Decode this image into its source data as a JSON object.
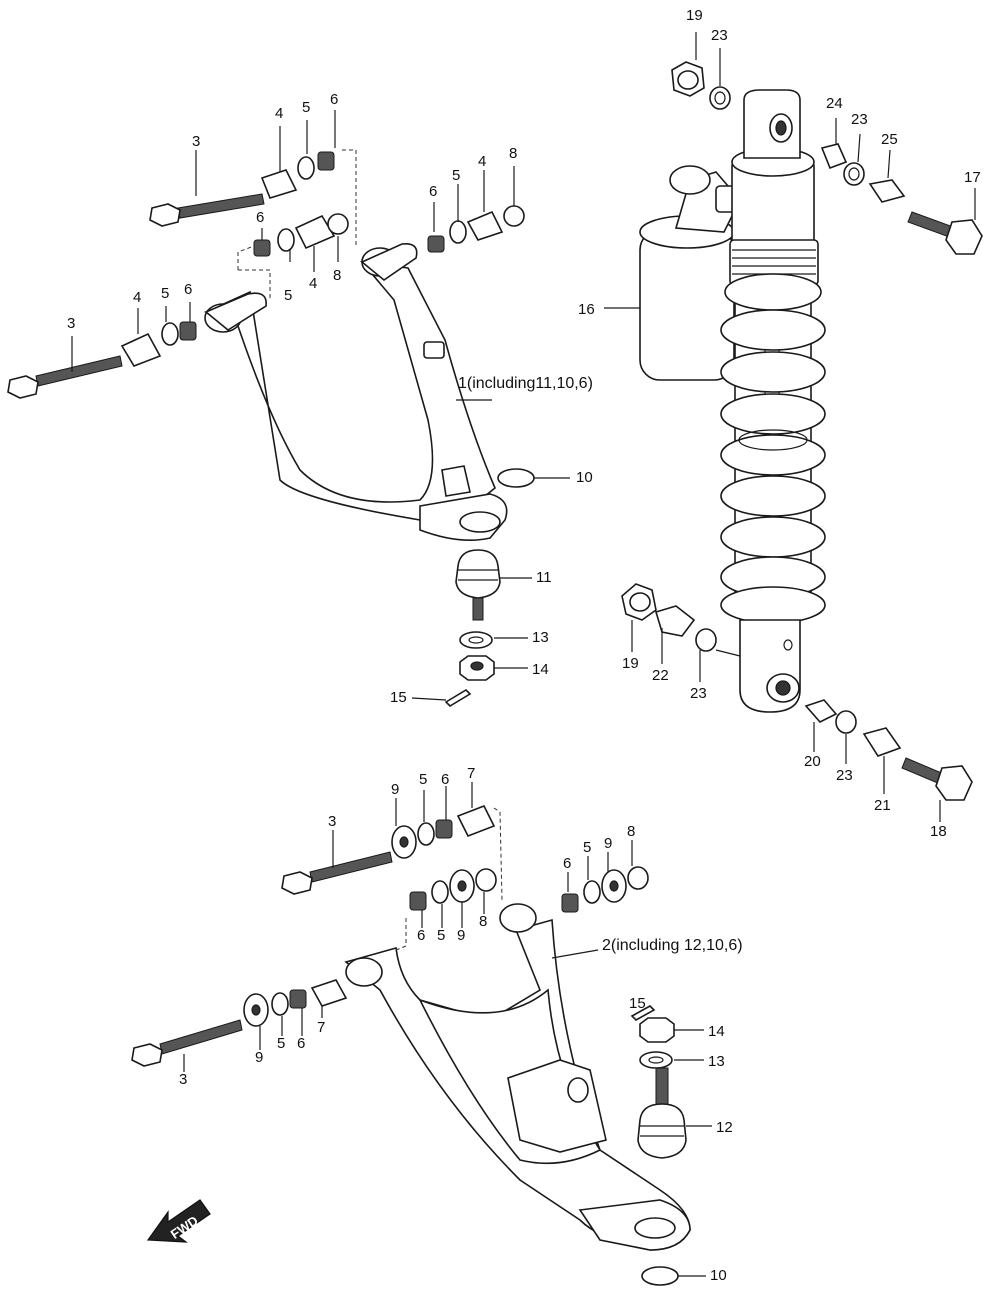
{
  "diagram": {
    "fwd_label": "FWD",
    "labels": [
      {
        "id": "l-19a",
        "text": "19"
      },
      {
        "id": "l-23a",
        "text": "23"
      },
      {
        "id": "l-24",
        "text": "24"
      },
      {
        "id": "l-23b",
        "text": "23"
      },
      {
        "id": "l-25",
        "text": "25"
      },
      {
        "id": "l-17",
        "text": "17"
      },
      {
        "id": "l-16",
        "text": "16"
      },
      {
        "id": "l-19b",
        "text": "19"
      },
      {
        "id": "l-22",
        "text": "22"
      },
      {
        "id": "l-23c",
        "text": "23"
      },
      {
        "id": "l-20",
        "text": "20"
      },
      {
        "id": "l-23d",
        "text": "23"
      },
      {
        "id": "l-21",
        "text": "21"
      },
      {
        "id": "l-18",
        "text": "18"
      },
      {
        "id": "l-3a",
        "text": "3"
      },
      {
        "id": "l-4a",
        "text": "4"
      },
      {
        "id": "l-5a",
        "text": "5"
      },
      {
        "id": "l-6a",
        "text": "6"
      },
      {
        "id": "l-6b",
        "text": "6"
      },
      {
        "id": "l-5b",
        "text": "5"
      },
      {
        "id": "l-4b",
        "text": "4"
      },
      {
        "id": "l-8a",
        "text": "8"
      },
      {
        "id": "l-6c",
        "text": "6"
      },
      {
        "id": "l-5c",
        "text": "5"
      },
      {
        "id": "l-4c",
        "text": "4"
      },
      {
        "id": "l-8b",
        "text": "8"
      },
      {
        "id": "l-3b",
        "text": "3"
      },
      {
        "id": "l-4d",
        "text": "4"
      },
      {
        "id": "l-5d",
        "text": "5"
      },
      {
        "id": "l-6d",
        "text": "6"
      },
      {
        "id": "l-1",
        "text": "1(including11,10,6)"
      },
      {
        "id": "l-10a",
        "text": "10"
      },
      {
        "id": "l-11",
        "text": "11"
      },
      {
        "id": "l-13a",
        "text": "13"
      },
      {
        "id": "l-14a",
        "text": "14"
      },
      {
        "id": "l-15a",
        "text": "15"
      },
      {
        "id": "l-9a",
        "text": "9"
      },
      {
        "id": "l-5e",
        "text": "5"
      },
      {
        "id": "l-6e",
        "text": "6"
      },
      {
        "id": "l-7a",
        "text": "7"
      },
      {
        "id": "l-3c",
        "text": "3"
      },
      {
        "id": "l-6f",
        "text": "6"
      },
      {
        "id": "l-5f",
        "text": "5"
      },
      {
        "id": "l-9b",
        "text": "9"
      },
      {
        "id": "l-8c",
        "text": "8"
      },
      {
        "id": "l-6g",
        "text": "6"
      },
      {
        "id": "l-5g",
        "text": "5"
      },
      {
        "id": "l-9c",
        "text": "9"
      },
      {
        "id": "l-8d",
        "text": "8"
      },
      {
        "id": "l-2",
        "text": "2(including 12,10,6)"
      },
      {
        "id": "l-15b",
        "text": "15"
      },
      {
        "id": "l-14b",
        "text": "14"
      },
      {
        "id": "l-13b",
        "text": "13"
      },
      {
        "id": "l-12",
        "text": "12"
      },
      {
        "id": "l-3d",
        "text": "3"
      },
      {
        "id": "l-9d",
        "text": "9"
      },
      {
        "id": "l-5h",
        "text": "5"
      },
      {
        "id": "l-6h",
        "text": "6"
      },
      {
        "id": "l-7b",
        "text": "7"
      },
      {
        "id": "l-10b",
        "text": "10"
      }
    ]
  }
}
